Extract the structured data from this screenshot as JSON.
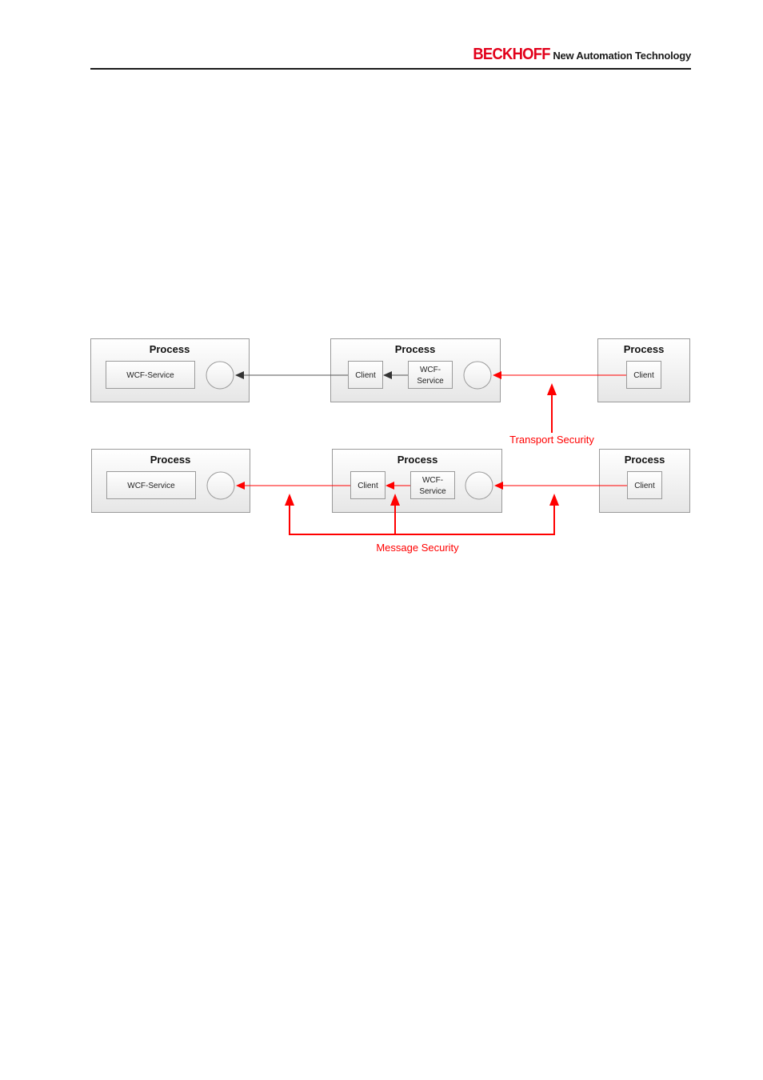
{
  "header": {
    "brand_name": "BECKHOFF",
    "tagline": "New Automation Technology",
    "brand_color": "#e2001a"
  },
  "diagram": {
    "process_label": "Process",
    "wcf_service_label": "WCF-Service",
    "wcf_service_line1": "WCF-",
    "wcf_service_line2": "Service",
    "client_label": "Client",
    "transport_security_label": "Transport Security",
    "message_security_label": "Message Security",
    "highlight_color": "#ff0000"
  }
}
